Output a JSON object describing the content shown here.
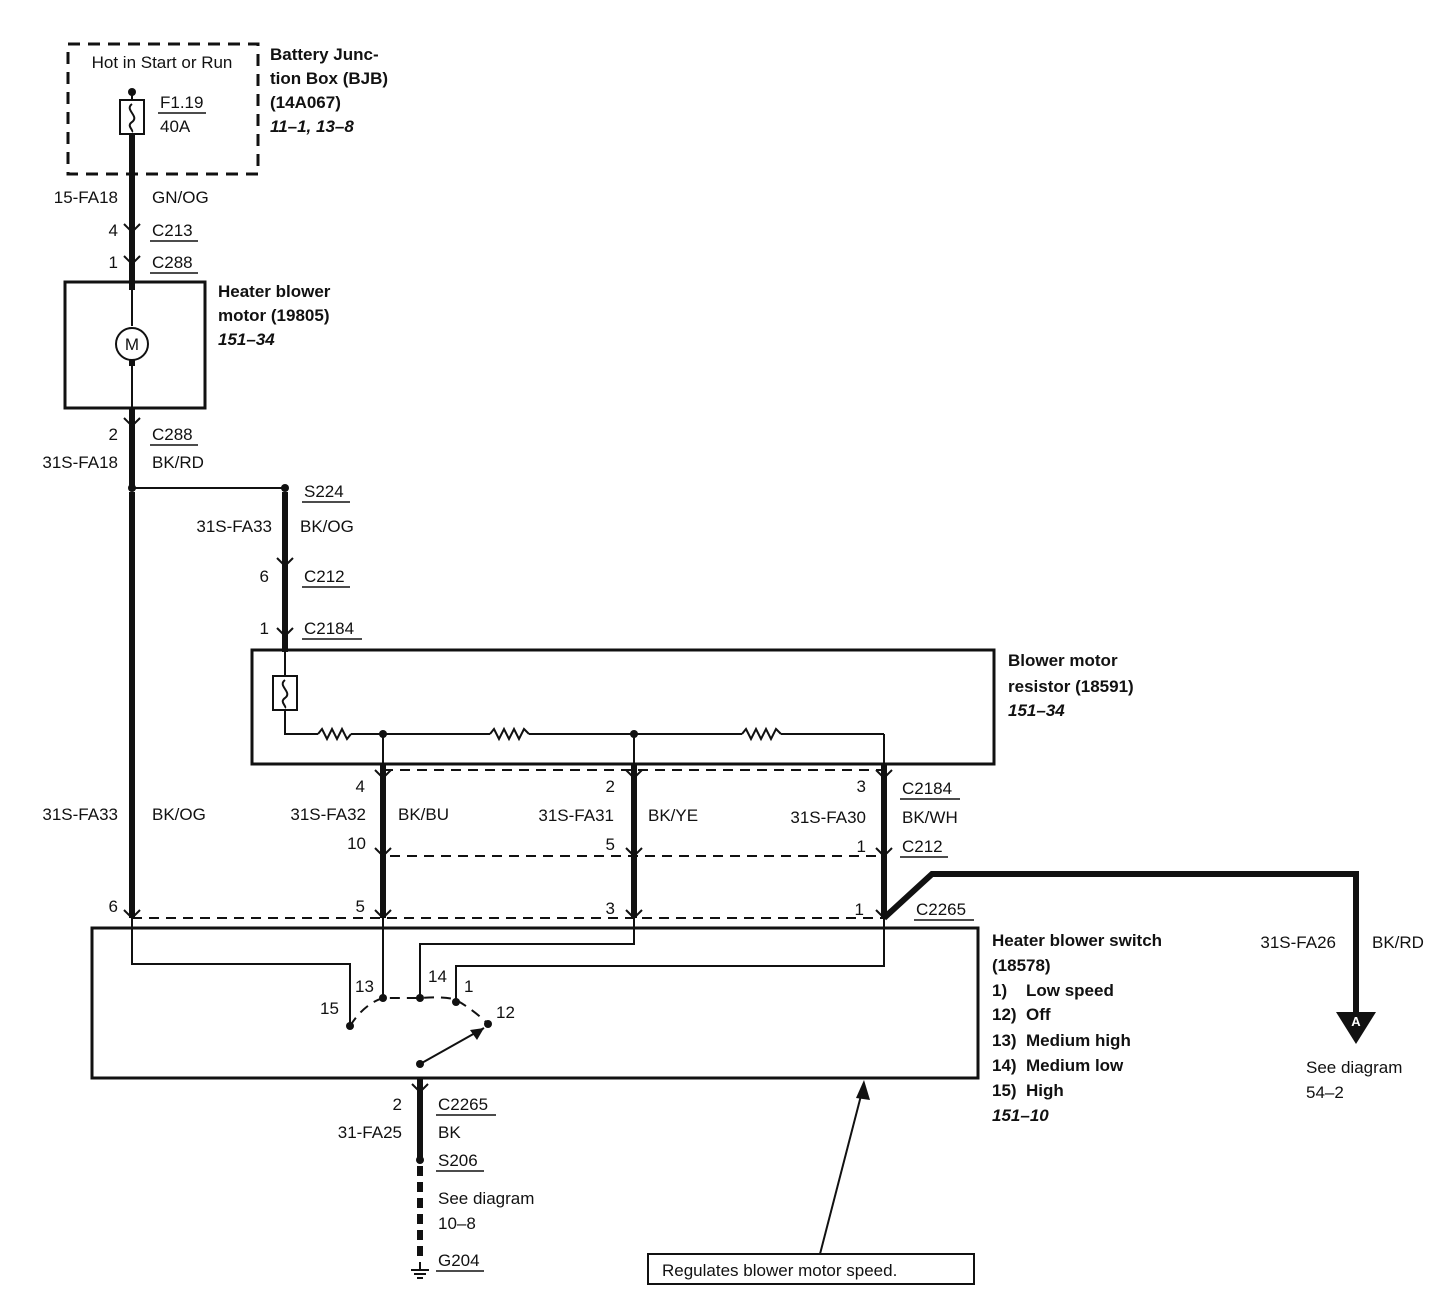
{
  "bjb": {
    "label": "Hot in Start or Run",
    "title_1": "Battery Junc-",
    "title_2": "tion Box (BJB)",
    "part": "(14A067)",
    "ref": "11–1, 13–8",
    "fuse_id": "F1.19",
    "fuse_rating": "40A"
  },
  "wires": {
    "w1": {
      "circuit": "15-FA18",
      "color": "GN/OG"
    },
    "w2": {
      "circuit": "31S-FA18",
      "color": "BK/RD"
    },
    "w3": {
      "circuit": "31S-FA33",
      "color": "BK/OG"
    },
    "w4": {
      "circuit": "31S-FA33",
      "color": "BK/OG"
    },
    "w5": {
      "circuit": "31S-FA32",
      "color": "BK/BU"
    },
    "w6": {
      "circuit": "31S-FA31",
      "color": "BK/YE"
    },
    "w7": {
      "circuit": "31S-FA30",
      "color": "BK/WH"
    },
    "w8": {
      "circuit": "31S-FA26",
      "color": "BK/RD"
    },
    "w9": {
      "circuit": "31-FA25",
      "color": "BK"
    }
  },
  "connectors": {
    "c213": {
      "name": "C213",
      "pin": "4"
    },
    "c288a": {
      "name": "C288",
      "pin": "1"
    },
    "c288b": {
      "name": "C288",
      "pin": "2"
    },
    "s224": "S224",
    "c212a": {
      "name": "C212",
      "pin": "6"
    },
    "c2184a": {
      "name": "C2184",
      "pin": "1"
    },
    "c2184b": {
      "name": "C2184",
      "pins": [
        "4",
        "2",
        "3"
      ]
    },
    "c212b": {
      "name": "C212",
      "pins": [
        "10",
        "5",
        "1"
      ]
    },
    "c2265a": {
      "name": "C2265",
      "pins": [
        "6",
        "5",
        "3",
        "1"
      ]
    },
    "c2265b": {
      "name": "C2265",
      "pin": "2"
    },
    "s206": "S206",
    "g204": "G204"
  },
  "motor": {
    "title_1": "Heater blower",
    "title_2": "motor (19805)",
    "ref": "151–34",
    "symbol": "M"
  },
  "resistor": {
    "title_1": "Blower motor",
    "title_2": "resistor (18591)",
    "ref": "151–34"
  },
  "switch": {
    "title_1": "Heater blower switch",
    "title_2": "(18578)",
    "positions": [
      {
        "num": "1)",
        "label": "Low speed"
      },
      {
        "num": "12)",
        "label": "Off"
      },
      {
        "num": "13)",
        "label": "Medium high"
      },
      {
        "num": "14)",
        "label": "Medium low"
      },
      {
        "num": "15)",
        "label": "High"
      }
    ],
    "ref": "151–10",
    "terminals": {
      "t15": "15",
      "t13": "13",
      "t14": "14",
      "t1": "1",
      "t12": "12"
    }
  },
  "ground_see": {
    "line1": "See diagram",
    "line2": "10–8"
  },
  "offpage": {
    "marker": "A",
    "line1": "See diagram",
    "line2": "54–2"
  },
  "callout": "Regulates blower motor speed."
}
